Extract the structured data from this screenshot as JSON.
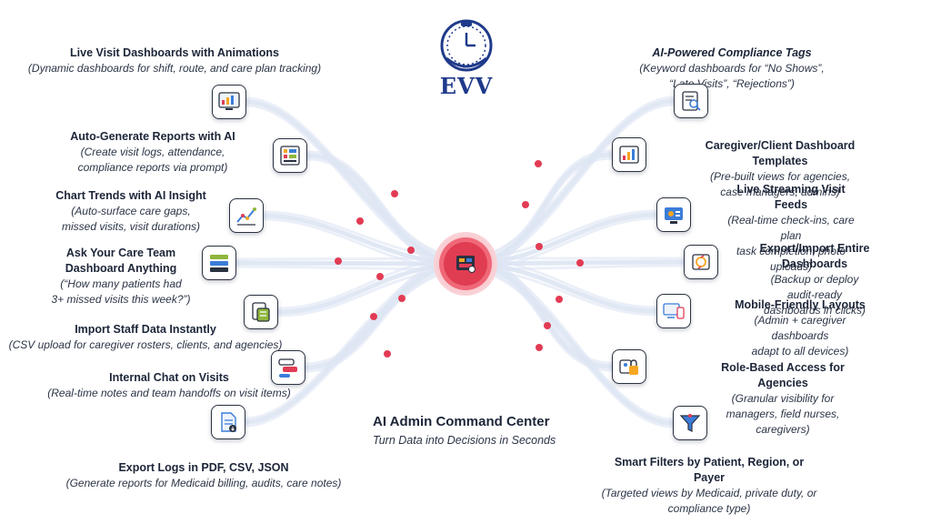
{
  "logo": {
    "text": "EVV",
    "color": "#1f3a8a"
  },
  "center": {
    "title": "AI Admin Command Center",
    "subtitle": "Turn Data into Decisions in Seconds"
  },
  "colors": {
    "accent": "#e23c54",
    "flow": "#dde5f3",
    "ink": "#1c2538"
  },
  "left_features": [
    {
      "title": "Live Visit Dashboards with Animations",
      "desc": "(Dynamic dashboards for shift, route, and care plan tracking)",
      "icon": "dashboard-icon"
    },
    {
      "title": "Auto-Generate Reports with AI",
      "desc": "(Create visit logs, attendance,\ncompliance reports via prompt)",
      "icon": "report-grid-icon"
    },
    {
      "title": "Chart Trends with AI Insight",
      "desc": "(Auto-surface care gaps,\nmissed visits, visit durations)",
      "icon": "trend-chart-icon"
    },
    {
      "title": "Ask Your Care Team\nDashboard Anything",
      "desc": "(“How many patients had\n3+ missed visits this week?”)",
      "icon": "question-list-icon"
    },
    {
      "title": "Import Staff Data Instantly",
      "desc": "(CSV upload for caregiver rosters, clients, and agencies)",
      "icon": "csv-import-icon"
    },
    {
      "title": "Internal Chat on Visits",
      "desc": "(Real-time notes and team handoffs on visit items)",
      "icon": "chat-icon"
    },
    {
      "title": "Export Logs in PDF, CSV, JSON",
      "desc": "(Generate reports for Medicaid billing, audits, care notes)",
      "icon": "export-document-icon"
    }
  ],
  "right_features": [
    {
      "title": "AI-Powered Compliance Tags",
      "desc": "(Keyword dashboards for “No Shows”, “Late Visits”, “Rejections”)",
      "icon": "tag-search-icon"
    },
    {
      "title": "Caregiver/Client Dashboard Templates",
      "desc": "(Pre-built views for agencies, case managers, admins)",
      "icon": "template-chart-icon"
    },
    {
      "title": "Live Streaming Visit Feeds",
      "desc": "(Real-time check-ins, care plan\ntask completion, photo uploads)",
      "icon": "live-feed-icon"
    },
    {
      "title": "Export/Import Entire Dashboards",
      "desc": "(Backup or deploy audit-ready\ndashboards in clicks)",
      "icon": "backup-icon"
    },
    {
      "title": "Mobile-Friendly Layouts",
      "desc": "(Admin + caregiver dashboards\nadapt to all devices)",
      "icon": "devices-icon"
    },
    {
      "title": "Role-Based Access for Agencies",
      "desc": "(Granular visibility for managers, field nurses, caregivers)",
      "icon": "access-lock-icon"
    },
    {
      "title": "Smart Filters by Patient, Region, or Payer",
      "desc": "(Targeted views by Medicaid, private duty, or compliance type)",
      "icon": "filter-icon"
    }
  ]
}
